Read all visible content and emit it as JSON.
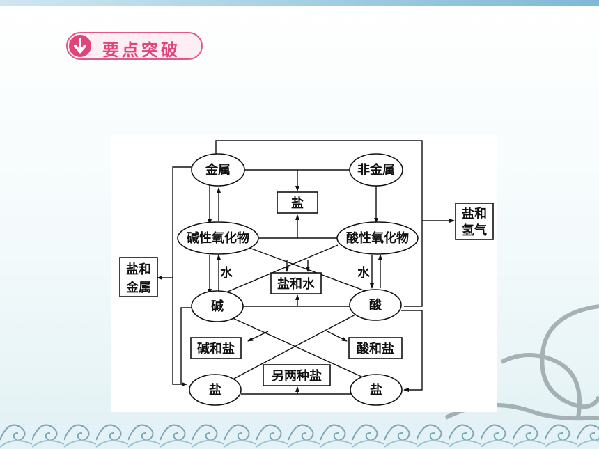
{
  "header": {
    "title": "要点突破"
  },
  "diagram": {
    "nodes": {
      "metal": "金属",
      "nonmetal": "非金属",
      "basic_oxide": "碱性氧化物",
      "acidic_oxide": "酸性氧化物",
      "base": "碱",
      "acid": "酸",
      "salt_left": "盐",
      "salt_right": "盐"
    },
    "boxes": {
      "salt_top": "盐",
      "salt_water": "盐和水",
      "base_salt": "碱和盐",
      "acid_salt": "酸和盐",
      "two_salts": "另两种盐",
      "salt_metal_1": "盐和",
      "salt_metal_2": "金属",
      "salt_hydrogen_1": "盐和",
      "salt_hydrogen_2": "氢气"
    },
    "labels": {
      "water_left": "水",
      "water_right": "水"
    }
  }
}
